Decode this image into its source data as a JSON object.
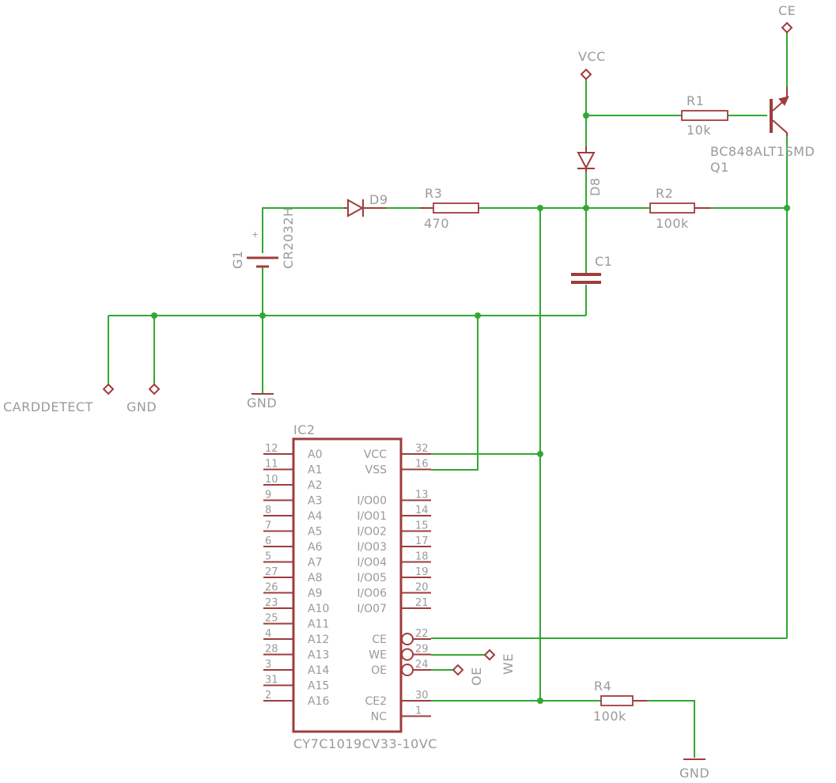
{
  "ports": {
    "ce": "CE",
    "vcc": "VCC",
    "carddetect": "CARDDETECT",
    "gnd_left": "GND",
    "gnd_battery": "GND",
    "gnd_r4": "GND",
    "we": "WE",
    "oe": "OE"
  },
  "components": {
    "r1": {
      "name": "R1",
      "value": "10k"
    },
    "r2": {
      "name": "R2",
      "value": "100k"
    },
    "r3": {
      "name": "R3",
      "value": "470"
    },
    "r4": {
      "name": "R4",
      "value": "100k"
    },
    "c1": {
      "name": "C1"
    },
    "d8": {
      "name": "D8"
    },
    "d9": {
      "name": "D9"
    },
    "q1": {
      "name": "Q1",
      "value": "BC848ALT1SMD"
    },
    "g1": {
      "name": "G1",
      "value": "CR2032H",
      "plus": "+"
    },
    "ic2": {
      "name": "IC2",
      "value": "CY7C1019CV33-10VC"
    }
  },
  "ic2_left_pins": [
    {
      "num": "12",
      "name": "A0"
    },
    {
      "num": "11",
      "name": "A1"
    },
    {
      "num": "10",
      "name": "A2"
    },
    {
      "num": "9",
      "name": "A3"
    },
    {
      "num": "8",
      "name": "A4"
    },
    {
      "num": "7",
      "name": "A5"
    },
    {
      "num": "6",
      "name": "A6"
    },
    {
      "num": "5",
      "name": "A7"
    },
    {
      "num": "27",
      "name": "A8"
    },
    {
      "num": "26",
      "name": "A9"
    },
    {
      "num": "23",
      "name": "A10"
    },
    {
      "num": "25",
      "name": "A11"
    },
    {
      "num": "4",
      "name": "A12"
    },
    {
      "num": "28",
      "name": "A13"
    },
    {
      "num": "3",
      "name": "A14"
    },
    {
      "num": "31",
      "name": "A15"
    },
    {
      "num": "2",
      "name": "A16"
    }
  ],
  "ic2_right_pins": [
    {
      "num": "32",
      "name": "VCC",
      "row": 0,
      "bubble": false
    },
    {
      "num": "16",
      "name": "VSS",
      "row": 1,
      "bubble": false
    },
    {
      "num": "13",
      "name": "I/O00",
      "row": 3,
      "bubble": false
    },
    {
      "num": "14",
      "name": "I/O01",
      "row": 4,
      "bubble": false
    },
    {
      "num": "15",
      "name": "I/O02",
      "row": 5,
      "bubble": false
    },
    {
      "num": "17",
      "name": "I/O03",
      "row": 6,
      "bubble": false
    },
    {
      "num": "18",
      "name": "I/O04",
      "row": 7,
      "bubble": false
    },
    {
      "num": "19",
      "name": "I/O05",
      "row": 8,
      "bubble": false
    },
    {
      "num": "20",
      "name": "I/O06",
      "row": 9,
      "bubble": false
    },
    {
      "num": "21",
      "name": "I/O07",
      "row": 10,
      "bubble": false
    },
    {
      "num": "22",
      "name": "CE",
      "row": 12,
      "bubble": true
    },
    {
      "num": "29",
      "name": "WE",
      "row": 13,
      "bubble": true
    },
    {
      "num": "24",
      "name": "OE",
      "row": 14,
      "bubble": true
    },
    {
      "num": "30",
      "name": "CE2",
      "row": 16,
      "bubble": false
    },
    {
      "num": "1",
      "name": "NC",
      "row": 17,
      "bubble": false
    }
  ]
}
